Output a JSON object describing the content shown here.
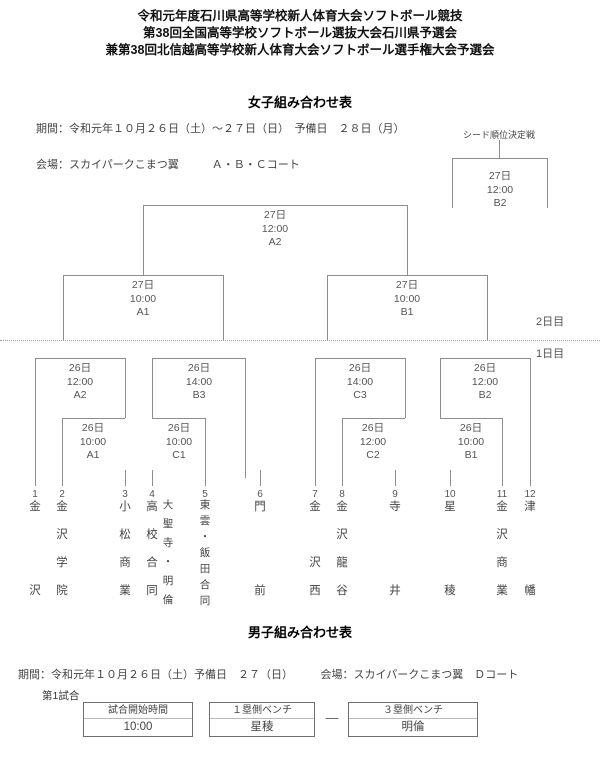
{
  "header": {
    "line1": "令和元年度石川県高等学校新人体育大会ソフトボール競技",
    "line2": "第38回全国高等学校ソフトボール選抜大会石川県予選会",
    "line3": "兼第38回北信越高等学校新人体育大会ソフトボール選手権大会予選会"
  },
  "womens": {
    "section_title": "女子組み合わせ表",
    "period": "期間：令和元年１０月２６日（土）～２７日（日）　予備日　２８日（月）",
    "venue": "会場：スカイパークこまつ翼　　　Ａ・Ｂ・Ｃコート",
    "seed_label": "シード順位決定戦",
    "seed_match": {
      "date": "27日",
      "time": "12:00",
      "court": "B2"
    },
    "day2_label": "2日目",
    "day1_label": "1日目",
    "final": {
      "date": "27日",
      "time": "12:00",
      "court": "A2"
    },
    "semifinals": [
      {
        "date": "27日",
        "time": "10:00",
        "court": "A1"
      },
      {
        "date": "27日",
        "time": "10:00",
        "court": "B1"
      }
    ],
    "quarterfinals": [
      {
        "date": "26日",
        "time": "12:00",
        "court": "A2"
      },
      {
        "date": "26日",
        "time": "14:00",
        "court": "B3"
      },
      {
        "date": "26日",
        "time": "14:00",
        "court": "C3"
      },
      {
        "date": "26日",
        "time": "12:00",
        "court": "B2"
      }
    ],
    "firstround": [
      {
        "date": "26日",
        "time": "10:00",
        "court": "A1"
      },
      {
        "date": "26日",
        "time": "10:00",
        "court": "C1"
      },
      {
        "date": "26日",
        "time": "12:00",
        "court": "C2"
      },
      {
        "date": "26日",
        "time": "10:00",
        "court": "B1"
      }
    ],
    "teams": [
      {
        "num": "1",
        "name": "金沢",
        "chars": [
          "金",
          "",
          "",
          "沢"
        ]
      },
      {
        "num": "2",
        "name": "金沢学院",
        "chars": [
          "金",
          "沢",
          "学",
          "院"
        ]
      },
      {
        "num": "3",
        "name": "小松商業",
        "chars": [
          "小",
          "松",
          "商",
          "業"
        ]
      },
      {
        "num": "4",
        "name": "高校合同",
        "chars": [
          "高",
          "校",
          "合",
          "同"
        ]
      },
      {
        "num": "4b",
        "name": "大聖寺・明倫",
        "chars": [
          "大",
          "聖",
          "寺",
          "・",
          "明",
          "倫"
        ]
      },
      {
        "num": "5",
        "name": "東雲・飯田合同",
        "chars": [
          "東",
          "雲",
          "・",
          "飯",
          "田",
          "合",
          "同"
        ]
      },
      {
        "num": "6",
        "name": "門前",
        "chars": [
          "門",
          "",
          "",
          "前"
        ]
      },
      {
        "num": "7",
        "name": "金沢西",
        "chars": [
          "金",
          "",
          "沢",
          "西"
        ]
      },
      {
        "num": "8",
        "name": "金沢龍谷",
        "chars": [
          "金",
          "沢",
          "龍",
          "谷"
        ]
      },
      {
        "num": "9",
        "name": "寺井",
        "chars": [
          "寺",
          "",
          "",
          "井"
        ]
      },
      {
        "num": "10",
        "name": "星稜",
        "chars": [
          "星",
          "",
          "",
          "稜"
        ]
      },
      {
        "num": "11",
        "name": "金沢商業",
        "chars": [
          "金",
          "沢",
          "商",
          "業"
        ]
      },
      {
        "num": "12",
        "name": "津幡",
        "chars": [
          "津",
          "",
          "",
          "幡"
        ]
      }
    ]
  },
  "mens": {
    "section_title": "男子組み合わせ表",
    "info": "期間：令和元年１０月２６日（土）予備日　２７（日）　　　会場：スカイパークこまつ翼　Ｄコート",
    "game_label": "第1試合",
    "cols": {
      "time_header": "試合開始時間",
      "time_value": "10:00",
      "first_base_header": "１塁側ベンチ",
      "first_base_team": "星稜",
      "separator": "—",
      "third_base_header": "３塁側ベンチ",
      "third_base_team": "明倫"
    }
  },
  "colors": {
    "line": "#8d8d8d",
    "text": "#555555",
    "title": "#111111"
  }
}
